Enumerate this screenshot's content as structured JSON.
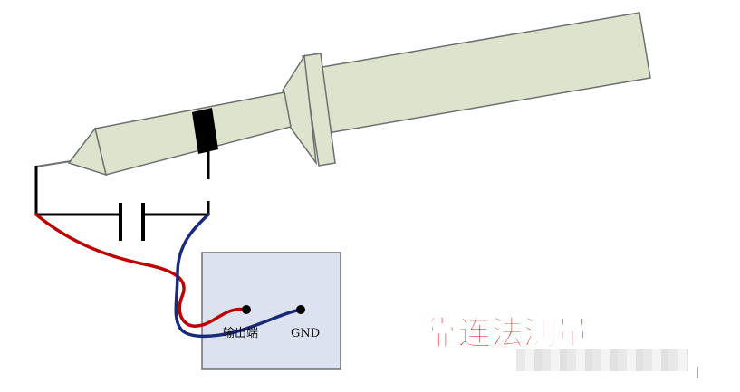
{
  "labels": {
    "output_terminal": "输出端",
    "gnd": "GND"
  },
  "title": "靠连法测量",
  "colors": {
    "probe_body": "#dde3cc",
    "probe_outline": "#6d7070",
    "probe_band": "#000000",
    "wire_red": "#c00000",
    "wire_blue": "#1a2a7a",
    "circuit_box": "#dde2f0",
    "title_fill": "#e00000",
    "title_outline": "#ffffff"
  }
}
